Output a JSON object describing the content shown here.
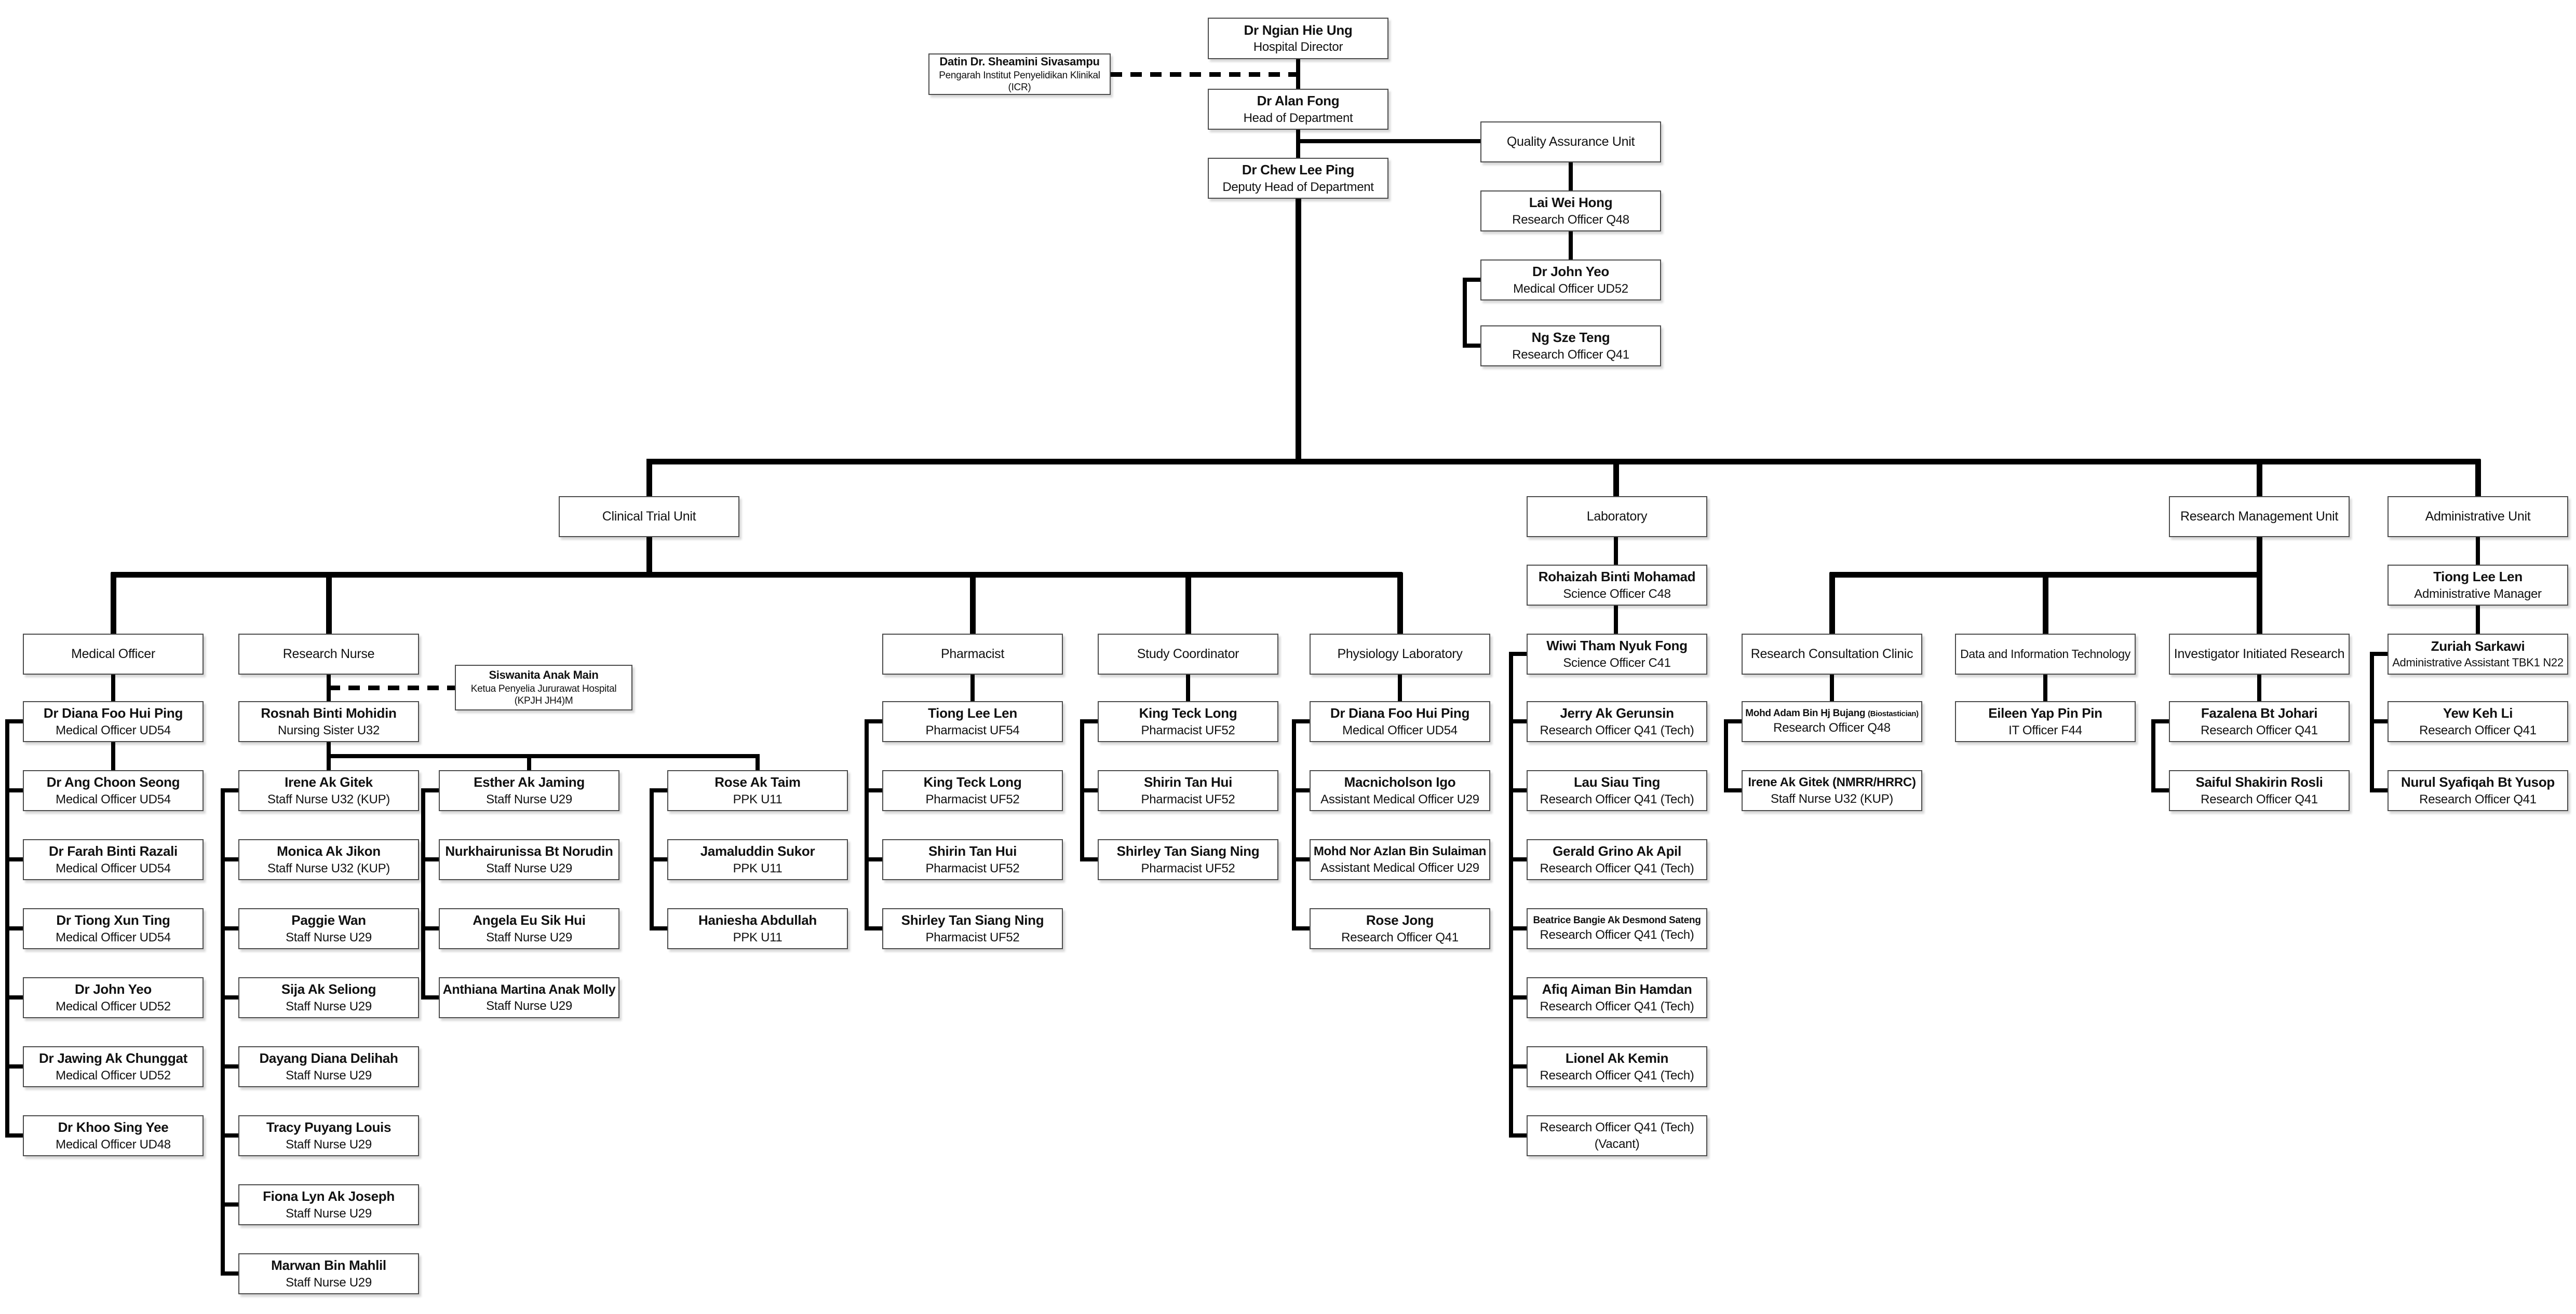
{
  "meta": {
    "diagram_type": "org-chart",
    "background_color": "#ffffff",
    "line_color": "#000000",
    "box_border_color": "#4c4c4c",
    "text_color": "#111111"
  },
  "nodes": [
    {
      "id": "hospital-director",
      "name": "Dr Ngian Hie Ung",
      "title": "Hospital Director",
      "col": "top",
      "row": "ngian",
      "parent": null
    },
    {
      "id": "icr-director",
      "name": "Datin Dr. Sheamini Sivasampu",
      "title": "Pengarah Institut Penyelidikan Klinikal",
      "extra": "(ICR)",
      "variant": "small",
      "col": "datin",
      "row": "datin",
      "parent": "hospital-director",
      "link": "dashed"
    },
    {
      "id": "head-of-department",
      "name": "Dr Alan Fong",
      "title": "Head of Department",
      "col": "top",
      "row": "alan",
      "parent": "hospital-director"
    },
    {
      "id": "quality-assurance-unit",
      "label": "Quality Assurance Unit",
      "variant": "unit",
      "col": "qau",
      "row": "qauh",
      "parent": "head-of-department"
    },
    {
      "id": "lai-wei-hong",
      "name": "Lai Wei Hong",
      "title": "Research Officer Q48",
      "col": "qau",
      "row": "lai",
      "parent": "quality-assurance-unit"
    },
    {
      "id": "john-yeo-qa",
      "name": "Dr John Yeo",
      "title": "Medical Officer UD52",
      "col": "qau",
      "row": "jyeo",
      "parent": "lai-wei-hong"
    },
    {
      "id": "ng-sze-teng",
      "name": "Ng Sze Teng",
      "title": "Research Officer Q41",
      "col": "qau",
      "row": "ng",
      "parent": "john-yeo-qa"
    },
    {
      "id": "deputy-head",
      "name": "Dr Chew Lee Ping",
      "title": "Deputy Head of Department",
      "col": "top",
      "row": "chew",
      "parent": "head-of-department"
    },
    {
      "id": "clinical-trial-unit",
      "label": "Clinical Trial Unit",
      "variant": "unit",
      "col": "ctu",
      "row": "unit",
      "parent": "deputy-head"
    },
    {
      "id": "laboratory-unit",
      "label": "Laboratory",
      "variant": "unit",
      "col": "lab",
      "row": "unit",
      "parent": "deputy-head"
    },
    {
      "id": "research-management-unit",
      "label": "Research Management Unit",
      "variant": "unit",
      "col": "rmu",
      "row": "unit",
      "parent": "deputy-head"
    },
    {
      "id": "administrative-unit",
      "label": "Administrative Unit",
      "variant": "unit",
      "col": "admin",
      "row": "unit",
      "parent": "deputy-head"
    },
    {
      "id": "medical-officer-section",
      "label": "Medical Officer",
      "variant": "unit",
      "col": "mo",
      "row": "hdr",
      "parent": "clinical-trial-unit"
    },
    {
      "id": "research-nurse-section",
      "label": "Research Nurse",
      "variant": "unit",
      "col": "rn",
      "row": "hdr",
      "parent": "clinical-trial-unit"
    },
    {
      "id": "pharmacist-section",
      "label": "Pharmacist",
      "variant": "unit",
      "col": "pharm",
      "row": "hdr",
      "parent": "clinical-trial-unit"
    },
    {
      "id": "study-coordinator-section",
      "label": "Study Coordinator",
      "variant": "unit",
      "col": "sc",
      "row": "hdr",
      "parent": "clinical-trial-unit"
    },
    {
      "id": "physiology-laboratory-section",
      "label": "Physiology Laboratory",
      "variant": "unit",
      "col": "physio",
      "row": "hdr",
      "parent": "clinical-trial-unit"
    },
    {
      "id": "diana-foo-mo",
      "name": "Dr Diana Foo Hui Ping",
      "title": "Medical Officer UD54",
      "col": "mo",
      "row": "r0",
      "parent": "medical-officer-section"
    },
    {
      "id": "ang-choon-seong",
      "name": "Dr Ang Choon Seong",
      "title": "Medical Officer UD54",
      "col": "mo",
      "row": "r1",
      "parent": "diana-foo-mo"
    },
    {
      "id": "farah-razali",
      "name": "Dr Farah Binti Razali",
      "title": "Medical Officer UD54",
      "col": "mo",
      "row": "r2",
      "parent": "diana-foo-mo"
    },
    {
      "id": "tiong-xun-ting",
      "name": "Dr Tiong Xun Ting",
      "title": "Medical Officer UD54",
      "col": "mo",
      "row": "r3",
      "parent": "diana-foo-mo"
    },
    {
      "id": "john-yeo-mo",
      "name": "Dr John Yeo",
      "title": "Medical Officer UD52",
      "col": "mo",
      "row": "r4",
      "parent": "diana-foo-mo"
    },
    {
      "id": "jawing-chunggat",
      "name": "Dr Jawing Ak Chunggat",
      "title": "Medical Officer UD52",
      "col": "mo",
      "row": "r5",
      "parent": "diana-foo-mo"
    },
    {
      "id": "khoo-sing-yee",
      "name": "Dr Khoo Sing Yee",
      "title": "Medical Officer UD48",
      "col": "mo",
      "row": "r6",
      "parent": "diana-foo-mo"
    },
    {
      "id": "rosnah-mohidin",
      "name": "Rosnah Binti Mohidin",
      "title": "Nursing Sister U32",
      "col": "rn",
      "row": "r0",
      "parent": "research-nurse-section"
    },
    {
      "id": "kpjh-siswanita",
      "name": "Siswanita Anak Main",
      "title": "Ketua Penyelia Jururawat Hospital",
      "extra": "(KPJH JH4)M",
      "variant": "small",
      "col": "sisw",
      "row": "sisw",
      "parent": "rosnah-mohidin",
      "link": "dashed"
    },
    {
      "id": "irene-gitek",
      "name": "Irene Ak Gitek",
      "title": "Staff Nurse U32 (KUP)",
      "col": "rn",
      "row": "r1",
      "parent": "rosnah-mohidin"
    },
    {
      "id": "monica-jikon",
      "name": "Monica Ak Jikon",
      "title": "Staff Nurse U32 (KUP)",
      "col": "rn",
      "row": "r2",
      "parent": "irene-gitek"
    },
    {
      "id": "paggie-wan",
      "name": "Paggie Wan",
      "title": "Staff Nurse U29",
      "col": "rn",
      "row": "r3",
      "parent": "irene-gitek"
    },
    {
      "id": "sija-seliong",
      "name": "Sija Ak Seliong",
      "title": "Staff Nurse U29",
      "col": "rn",
      "row": "r4",
      "parent": "irene-gitek"
    },
    {
      "id": "dayang-delihah",
      "name": "Dayang Diana Delihah",
      "title": "Staff Nurse U29",
      "col": "rn",
      "row": "r5",
      "parent": "irene-gitek"
    },
    {
      "id": "tracy-louis",
      "name": "Tracy Puyang Louis",
      "title": "Staff Nurse U29",
      "col": "rn",
      "row": "r6",
      "parent": "irene-gitek"
    },
    {
      "id": "fiona-joseph",
      "name": "Fiona Lyn Ak Joseph",
      "title": "Staff Nurse U29",
      "col": "rn",
      "row": "r7",
      "parent": "irene-gitek"
    },
    {
      "id": "marwan-mahlil",
      "name": "Marwan Bin Mahlil",
      "title": "Staff Nurse U29",
      "col": "rn",
      "row": "r8",
      "parent": "irene-gitek"
    },
    {
      "id": "esther-jaming",
      "name": "Esther Ak Jaming",
      "title": "Staff Nurse U29",
      "col": "esther",
      "row": "r1",
      "parent": "rosnah-mohidin"
    },
    {
      "id": "nurkhairunissa-norudin",
      "name": "Nurkhairunissa Bt Norudin",
      "title": "Staff Nurse U29",
      "col": "esther",
      "row": "r2",
      "parent": "esther-jaming"
    },
    {
      "id": "angela-eu-sik-hui",
      "name": "Angela Eu Sik Hui",
      "title": "Staff Nurse U29",
      "col": "esther",
      "row": "r3",
      "parent": "esther-jaming"
    },
    {
      "id": "anthiana-martina-molly",
      "name": "Anthiana Martina Anak Molly",
      "title": "Staff Nurse U29",
      "col": "esther",
      "row": "r4",
      "parent": "esther-jaming"
    },
    {
      "id": "rose-taim",
      "name": "Rose Ak Taim",
      "title": "PPK U11",
      "col": "rose",
      "row": "r1",
      "parent": "rosnah-mohidin"
    },
    {
      "id": "jamaluddin-sukor",
      "name": "Jamaluddin Sukor",
      "title": "PPK U11",
      "col": "rose",
      "row": "r2",
      "parent": "rose-taim"
    },
    {
      "id": "haniesha-abdullah",
      "name": "Haniesha Abdullah",
      "title": "PPK U11",
      "col": "rose",
      "row": "r3",
      "parent": "rose-taim"
    },
    {
      "id": "tiong-lee-len-pharmacist",
      "name": "Tiong Lee Len",
      "title": "Pharmacist UF54",
      "col": "pharm",
      "row": "r0",
      "parent": "pharmacist-section"
    },
    {
      "id": "king-teck-long-pharm",
      "name": "King Teck Long",
      "title": "Pharmacist UF52",
      "col": "pharm",
      "row": "r1",
      "parent": "tiong-lee-len-pharmacist"
    },
    {
      "id": "shirin-tan-hui-pharm",
      "name": "Shirin Tan Hui",
      "title": "Pharmacist UF52",
      "col": "pharm",
      "row": "r2",
      "parent": "tiong-lee-len-pharmacist"
    },
    {
      "id": "shirley-tan-siang-ning-pharm",
      "name": "Shirley Tan Siang Ning",
      "title": "Pharmacist UF52",
      "col": "pharm",
      "row": "r3",
      "parent": "tiong-lee-len-pharmacist"
    },
    {
      "id": "king-teck-long-sc",
      "name": "King Teck Long",
      "title": "Pharmacist UF52",
      "col": "sc",
      "row": "r0",
      "parent": "study-coordinator-section"
    },
    {
      "id": "shirin-tan-hui-sc",
      "name": "Shirin Tan Hui",
      "title": "Pharmacist UF52",
      "col": "sc",
      "row": "r1",
      "parent": "king-teck-long-sc"
    },
    {
      "id": "shirley-tan-siang-ning-sc",
      "name": "Shirley Tan Siang Ning",
      "title": "Pharmacist UF52",
      "col": "sc",
      "row": "r2",
      "parent": "king-teck-long-sc"
    },
    {
      "id": "diana-foo-physio",
      "name": "Dr Diana Foo Hui Ping",
      "title": "Medical Officer UD54",
      "col": "physio",
      "row": "r0",
      "parent": "physiology-laboratory-section"
    },
    {
      "id": "macnicholson-igo",
      "name": "Macnicholson Igo",
      "title": "Assistant Medical Officer U29",
      "col": "physio",
      "row": "r1",
      "parent": "diana-foo-physio"
    },
    {
      "id": "mohd-nor-azlan-sulaiman",
      "name": "Mohd Nor Azlan Bin Sulaiman",
      "title": "Assistant Medical Officer U29",
      "col": "physio",
      "row": "r2",
      "parent": "diana-foo-physio"
    },
    {
      "id": "rose-jong",
      "name": "Rose Jong",
      "title": "Research Officer Q41",
      "col": "physio",
      "row": "r3",
      "parent": "diana-foo-physio"
    },
    {
      "id": "rohaizah-mohamad",
      "name": "Rohaizah Binti Mohamad",
      "title": "Science Officer C48",
      "col": "lab",
      "row": "sub1",
      "parent": "laboratory-unit"
    },
    {
      "id": "wiwi-tham-nyuk-fong",
      "name": "Wiwi Tham Nyuk Fong",
      "title": "Science Officer C41",
      "col": "lab",
      "row": "hdr",
      "parent": "rohaizah-mohamad"
    },
    {
      "id": "jerry-gerunsin",
      "name": "Jerry Ak Gerunsin",
      "title": "Research Officer Q41 (Tech)",
      "col": "lab",
      "row": "r0",
      "parent": "wiwi-tham-nyuk-fong"
    },
    {
      "id": "lau-siau-ting",
      "name": "Lau Siau Ting",
      "title": "Research Officer Q41 (Tech)",
      "col": "lab",
      "row": "r1",
      "parent": "wiwi-tham-nyuk-fong"
    },
    {
      "id": "gerald-grino-apil",
      "name": "Gerald Grino Ak Apil",
      "title": "Research Officer Q41 (Tech)",
      "col": "lab",
      "row": "r2",
      "parent": "wiwi-tham-nyuk-fong"
    },
    {
      "id": "beatrice-bangie-sateng",
      "name": "Beatrice Bangie Ak Desmond Sateng",
      "title": "Research Officer Q41 (Tech)",
      "col": "lab",
      "row": "r3",
      "parent": "wiwi-tham-nyuk-fong"
    },
    {
      "id": "afiq-aiman-hamdan",
      "name": "Afiq Aiman Bin Hamdan",
      "title": "Research Officer Q41 (Tech)",
      "col": "lab",
      "row": "r4",
      "parent": "wiwi-tham-nyuk-fong"
    },
    {
      "id": "lionel-kemin",
      "name": "Lionel Ak Kemin",
      "title": "Research Officer Q41 (Tech)",
      "col": "lab",
      "row": "r5",
      "parent": "wiwi-tham-nyuk-fong"
    },
    {
      "id": "vacant-research-officer",
      "name": "Research Officer Q41 (Tech)",
      "title": "(Vacant)",
      "variant": "plain",
      "col": "lab",
      "row": "r6",
      "parent": "wiwi-tham-nyuk-fong"
    },
    {
      "id": "research-consultation-clinic",
      "label": "Research Consultation Clinic",
      "variant": "unit",
      "col": "rcc",
      "row": "hdr",
      "parent": "research-management-unit"
    },
    {
      "id": "data-information-technology",
      "label": "Data and Information Technology",
      "variant": "unit",
      "col": "dit",
      "row": "hdr",
      "parent": "research-management-unit"
    },
    {
      "id": "investigator-initiated-research",
      "label": "Investigator Initiated Research",
      "variant": "unit",
      "col": "rmu",
      "row": "hdr",
      "parent": "research-management-unit"
    },
    {
      "id": "mohd-adam-bujang",
      "name": "Mohd Adam Bin Hj Bujang",
      "name_suffix": "(Biostastician)",
      "title": "Research Officer Q48",
      "col": "rcc",
      "row": "r0",
      "parent": "research-consultation-clinic"
    },
    {
      "id": "irene-gitek-nmrr",
      "name": "Irene Ak Gitek (NMRR/HRRC)",
      "title": "Staff Nurse U32 (KUP)",
      "col": "rcc",
      "row": "r1",
      "parent": "mohd-adam-bujang"
    },
    {
      "id": "eileen-yap-pin-pin",
      "name": "Eileen Yap Pin Pin",
      "title": "IT Officer F44",
      "col": "dit",
      "row": "r0",
      "parent": "data-information-technology"
    },
    {
      "id": "fazalena-johari",
      "name": "Fazalena Bt Johari",
      "title": "Research Officer Q41",
      "col": "rmu",
      "row": "r0",
      "parent": "investigator-initiated-research"
    },
    {
      "id": "saiful-shakirin-rosli",
      "name": "Saiful Shakirin Rosli",
      "title": "Research Officer Q41",
      "col": "rmu",
      "row": "r1",
      "parent": "fazalena-johari"
    },
    {
      "id": "tiong-lee-len-admin",
      "name": "Tiong Lee Len",
      "title": "Administrative Manager",
      "col": "admin",
      "row": "sub1",
      "parent": "administrative-unit"
    },
    {
      "id": "zuriah-sarkawi",
      "name": "Zuriah Sarkawi",
      "title": "Administrative Assistant TBK1 N22",
      "col": "admin",
      "row": "hdr",
      "parent": "tiong-lee-len-admin"
    },
    {
      "id": "yew-keh-li",
      "name": "Yew Keh Li",
      "title": "Research Officer Q41",
      "col": "admin",
      "row": "r0",
      "parent": "zuriah-sarkawi"
    },
    {
      "id": "nurul-syafiqah-yusop",
      "name": "Nurul Syafiqah Bt Yusop",
      "title": "Research Officer Q41",
      "col": "admin",
      "row": "r1",
      "parent": "zuriah-sarkawi"
    }
  ]
}
